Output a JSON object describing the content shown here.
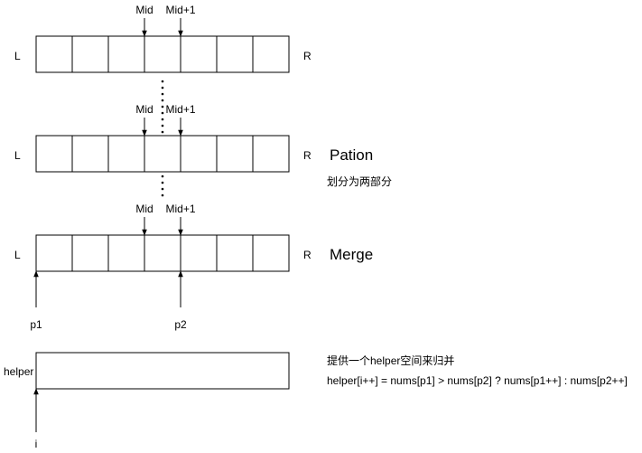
{
  "diagram": {
    "row1": {
      "mid": "Mid",
      "mid1": "Mid+1",
      "left": "L",
      "right": "R"
    },
    "row2": {
      "mid": "Mid",
      "mid1": "Mid+1",
      "left": "L",
      "right": "R",
      "title": "Pation",
      "desc": "划分为两部分"
    },
    "row3": {
      "mid": "Mid",
      "mid1": "Mid+1",
      "left": "L",
      "right": "R",
      "title": "Merge",
      "p1": "p1",
      "p2": "p2"
    },
    "helper": {
      "label": "helper",
      "pointer": "i",
      "desc": "提供一个helper空间来归并",
      "formula": "helper[i++] = nums[p1] > nums[p2] ? nums[p1++] : nums[p2++]"
    }
  }
}
